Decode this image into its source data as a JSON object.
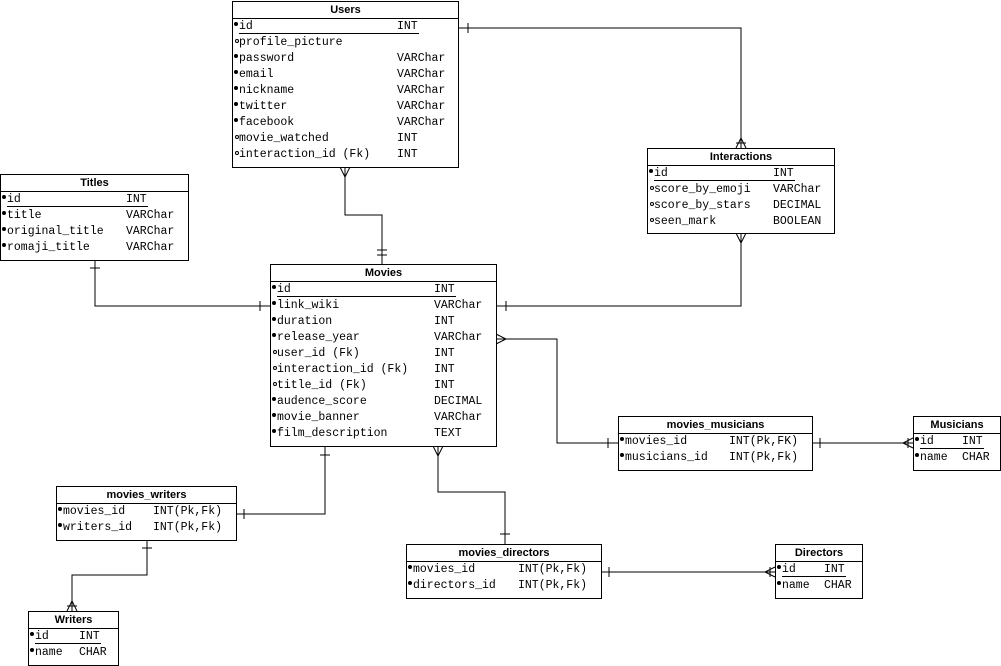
{
  "entities": [
    {
      "id": "users",
      "title": "Users",
      "fields": [
        {
          "name": "id",
          "type": "INT",
          "marker": "req",
          "pk": true
        },
        {
          "name": "profile_picture",
          "type": "",
          "marker": "opt"
        },
        {
          "name": "password",
          "type": "VARChar",
          "marker": "req"
        },
        {
          "name": "email",
          "type": "VARChar",
          "marker": "req"
        },
        {
          "name": "nickname",
          "type": "VARChar",
          "marker": "req"
        },
        {
          "name": "twitter",
          "type": "VARChar",
          "marker": "req"
        },
        {
          "name": "facebook",
          "type": "VARChar",
          "marker": "req"
        },
        {
          "name": "movie_watched",
          "type": "INT",
          "marker": "opt"
        },
        {
          "name": "interaction_id (Fk)",
          "type": "INT",
          "marker": "opt"
        }
      ]
    },
    {
      "id": "titles",
      "title": "Titles",
      "fields": [
        {
          "name": "id",
          "type": "INT",
          "marker": "req",
          "pk": true
        },
        {
          "name": "title",
          "type": "VARChar",
          "marker": "req"
        },
        {
          "name": "original_title",
          "type": "VARChar",
          "marker": "req"
        },
        {
          "name": "romaji_title",
          "type": "VARChar",
          "marker": "req"
        }
      ]
    },
    {
      "id": "interactions",
      "title": "Interactions",
      "fields": [
        {
          "name": "id",
          "type": "INT",
          "marker": "req",
          "pk": true
        },
        {
          "name": "score_by_emoji",
          "type": "VARChar",
          "marker": "opt"
        },
        {
          "name": "score_by_stars",
          "type": "DECIMAL",
          "marker": "opt"
        },
        {
          "name": "seen_mark",
          "type": "BOOLEAN",
          "marker": "opt"
        }
      ]
    },
    {
      "id": "movies",
      "title": "Movies",
      "fields": [
        {
          "name": "id",
          "type": "INT",
          "marker": "req",
          "pk": true
        },
        {
          "name": "link_wiki",
          "type": "VARChar",
          "marker": "req"
        },
        {
          "name": "duration",
          "type": "INT",
          "marker": "req"
        },
        {
          "name": "release_year",
          "type": "VARChar",
          "marker": "req"
        },
        {
          "name": "user_id (Fk)",
          "type": "INT",
          "marker": "opt"
        },
        {
          "name": "interaction_id (Fk)",
          "type": "INT",
          "marker": "opt"
        },
        {
          "name": "title_id (Fk)",
          "type": "INT",
          "marker": "opt"
        },
        {
          "name": "audence_score",
          "type": "DECIMAL",
          "marker": "req"
        },
        {
          "name": "movie_banner",
          "type": "VARChar",
          "marker": "req"
        },
        {
          "name": "film_description",
          "type": "TEXT",
          "marker": "req"
        }
      ]
    },
    {
      "id": "movies_musicians",
      "title": "movies_musicians",
      "fields": [
        {
          "name": "movies_id",
          "type": "INT(Pk,FK)",
          "marker": "req"
        },
        {
          "name": "musicians_id",
          "type": "INT(Pk,Fk)",
          "marker": "req"
        }
      ]
    },
    {
      "id": "musicians",
      "title": "Musicians",
      "fields": [
        {
          "name": "id",
          "type": "INT",
          "marker": "req",
          "pk": true
        },
        {
          "name": "name",
          "type": "CHAR",
          "marker": "req"
        }
      ]
    },
    {
      "id": "movies_writers",
      "title": "movies_writers",
      "fields": [
        {
          "name": "movies_id",
          "type": "INT(Pk,Fk)",
          "marker": "req"
        },
        {
          "name": "writers_id",
          "type": "INT(Pk,Fk)",
          "marker": "req"
        }
      ]
    },
    {
      "id": "movies_directors",
      "title": "movies_directors",
      "fields": [
        {
          "name": "movies_id",
          "type": "INT(Pk,Fk)",
          "marker": "req"
        },
        {
          "name": "directors_id",
          "type": "INT(Pk,Fk)",
          "marker": "req"
        }
      ]
    },
    {
      "id": "directors",
      "title": "Directors",
      "fields": [
        {
          "name": "id",
          "type": "INT",
          "marker": "req",
          "pk": true
        },
        {
          "name": "name",
          "type": "CHAR",
          "marker": "req"
        }
      ]
    },
    {
      "id": "writers",
      "title": "Writers",
      "fields": [
        {
          "name": "id",
          "type": "INT",
          "marker": "req",
          "pk": true
        },
        {
          "name": "name",
          "type": "CHAR",
          "marker": "req"
        }
      ]
    }
  ]
}
